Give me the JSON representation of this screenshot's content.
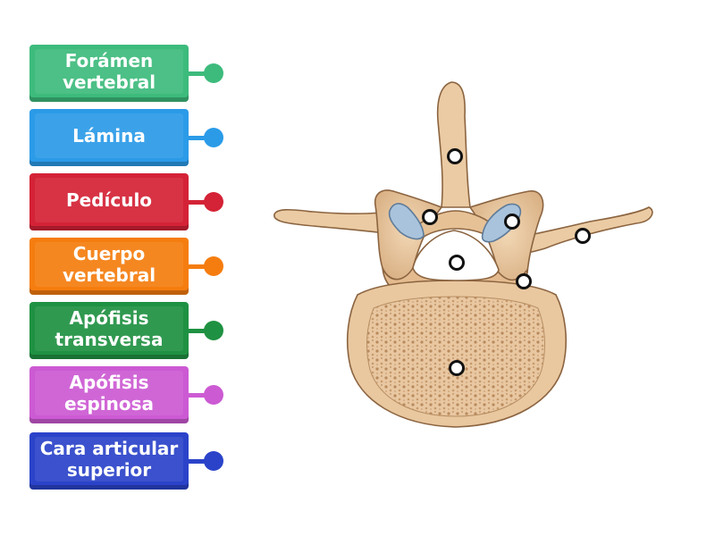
{
  "labels": [
    {
      "text": "Forámen vertebral",
      "color": "#3dbb7c",
      "dark": "#2e9a63"
    },
    {
      "text": "Lámina",
      "color": "#2b9be8",
      "dark": "#1f7fc4"
    },
    {
      "text": "Pedículo",
      "color": "#d42236",
      "dark": "#a81829"
    },
    {
      "text": "Cuerpo vertebral",
      "color": "#f57d0f",
      "dark": "#cf6407"
    },
    {
      "text": "Apófisis transversa",
      "color": "#1f9142",
      "dark": "#187533"
    },
    {
      "text": "Apófisis espinosa",
      "color": "#cc5ad3",
      "dark": "#a846ae"
    },
    {
      "text": "Cara articular superior",
      "color": "#2b43c9",
      "dark": "#1f32a0"
    }
  ],
  "icons": {
    "connector_dot": "circle-connector-icon",
    "hotspot": "hotspot-circle-icon"
  }
}
